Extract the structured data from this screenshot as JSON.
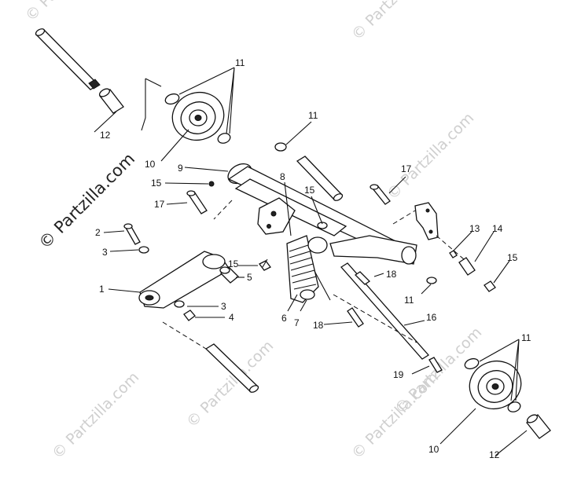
{
  "watermark": {
    "main": "© Partzilla.com",
    "faint": "© Partzilla.com"
  },
  "callouts": [
    "1",
    "2",
    "3",
    "3",
    "4",
    "5",
    "6",
    "7",
    "8",
    "9",
    "10",
    "10",
    "11",
    "11",
    "11",
    "11",
    "12",
    "12",
    "13",
    "14",
    "15",
    "15",
    "15",
    "15",
    "16",
    "17",
    "17",
    "18",
    "18",
    "19"
  ]
}
